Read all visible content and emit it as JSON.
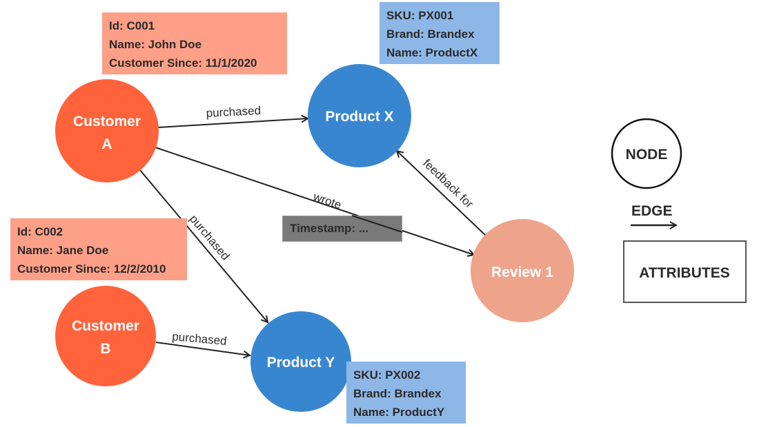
{
  "colors": {
    "customer_node": "#fe633c",
    "product_node": "#3986d0",
    "review_node": "#eea38b",
    "customer_attr": "#fe9f87",
    "product_attr": "#8db7e6",
    "edge_attr": "#7a7a7a",
    "edge_line": "#222222"
  },
  "nodes": {
    "customer_a": {
      "line1": "Customer",
      "line2": "A"
    },
    "customer_b": {
      "line1": "Customer",
      "line2": "B"
    },
    "product_x": {
      "label": "Product X"
    },
    "product_y": {
      "label": "Product Y"
    },
    "review_1": {
      "label": "Review 1"
    }
  },
  "edges": {
    "a_to_x": "purchased",
    "a_to_y": "purchased",
    "b_to_y": "purchased",
    "a_to_review": "wrote",
    "review_to_x": "feedback for"
  },
  "attributes": {
    "customer_a": [
      "Id: C001",
      "Name: John Doe",
      "Customer Since: 11/1/2020"
    ],
    "customer_b": [
      "Id: C002",
      "Name: Jane Doe",
      "Customer Since: 12/2/2010"
    ],
    "product_x": [
      "SKU: PX001",
      "Brand: Brandex",
      "Name: ProductX"
    ],
    "product_y": [
      "SKU: PX002",
      "Brand: Brandex",
      "Name: ProductY"
    ],
    "wrote_edge": [
      "Timestamp: ..."
    ]
  },
  "legend": {
    "node": "NODE",
    "edge": "EDGE",
    "attributes": "ATTRIBUTES"
  }
}
